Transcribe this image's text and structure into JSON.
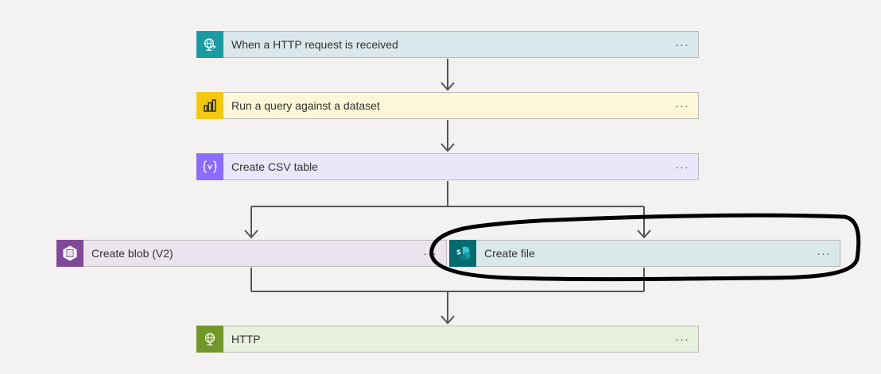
{
  "colors": {
    "canvas": "#f3f2f1",
    "connector": "#555555",
    "highlight": "#000000"
  },
  "actions": {
    "trigger": {
      "label": "When a HTTP request is received",
      "icon": "globe-request-icon",
      "accent": "#1a9ba1",
      "background": "#dae8eb"
    },
    "query": {
      "label": "Run a query against a dataset",
      "icon": "power-bi-icon",
      "accent": "#f2c811",
      "background": "#fdf7d8"
    },
    "csv": {
      "label": "Create CSV table",
      "icon": "data-operations-icon",
      "accent": "#8c6cff",
      "background": "#ebe7fb"
    },
    "blob": {
      "label": "Create blob (V2)",
      "icon": "blob-storage-icon",
      "accent": "#804998",
      "background": "#ebe4ee"
    },
    "file": {
      "label": "Create file",
      "icon": "sharepoint-icon",
      "accent": "#036c70",
      "background": "#d9e9e9"
    },
    "http": {
      "label": "HTTP",
      "icon": "http-globe-icon",
      "accent": "#709727",
      "background": "#e8efdf"
    }
  },
  "more_options_label": "···"
}
